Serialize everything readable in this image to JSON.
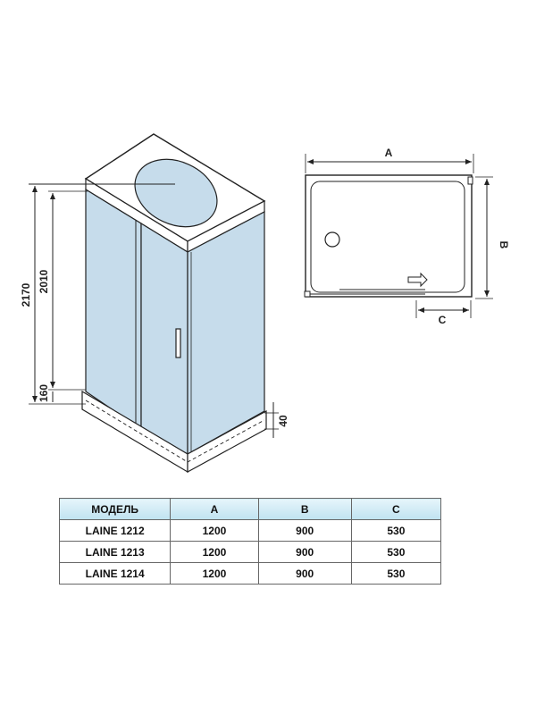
{
  "cabin_dimensions": {
    "total_height": "2170",
    "door_height": "2010",
    "tray_height": "160",
    "tray_base": "40"
  },
  "plan_dimensions": {
    "width": "A",
    "depth": "B",
    "door_opening": "C"
  },
  "colors": {
    "glass": "#c6dceb",
    "table_header": "#cfeaf5",
    "line": "#222222"
  },
  "table": {
    "headers": [
      "МОДЕЛЬ",
      "A",
      "B",
      "C"
    ],
    "rows": [
      [
        "LAINE 1212",
        "1200",
        "900",
        "530"
      ],
      [
        "LAINE 1213",
        "1200",
        "900",
        "530"
      ],
      [
        "LAINE 1214",
        "1200",
        "900",
        "530"
      ]
    ]
  }
}
